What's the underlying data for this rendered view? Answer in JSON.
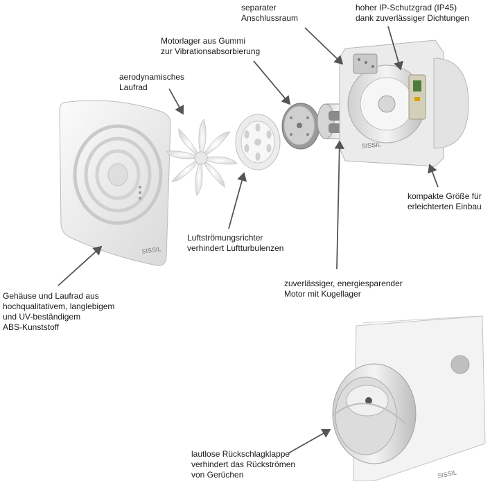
{
  "labels": {
    "anschluss": [
      "separater",
      "Anschlussraum"
    ],
    "schutzgrad": [
      "hoher IP-Schutzgrad (IP45)",
      "dank zuverlässiger Dichtungen"
    ],
    "motorlager": [
      "Motorlager aus Gummi",
      "zur Vibrationsabsorbierung"
    ],
    "laufrad": [
      "aerodynamisches",
      "Laufrad"
    ],
    "groesse": [
      "kompakte Größe für",
      "erleichterten Einbau"
    ],
    "stroemung": [
      "Luftströmungsrichter",
      "verhindert Luftturbulenzen"
    ],
    "motor": [
      "zuverlässiger, energiesparender",
      "Motor mit Kugellager"
    ],
    "gehaeuse": [
      "Gehäuse und Laufrad aus",
      "hochqualitativem, langlebigem",
      "und UV-beständigem",
      "ABS-Kunststoff"
    ],
    "klappe": [
      "lautlose Rückschlagklappe",
      "verhindert das Rückströmen",
      "von Gerüchen"
    ]
  },
  "brand_marks": [
    "SISSIL",
    "SISSIL",
    "SISSIL"
  ],
  "colors": {
    "text": "#1a1a1a",
    "arrow": "#555555",
    "plastic": "#f2f2f2",
    "shadow": "#c8c8c8"
  }
}
